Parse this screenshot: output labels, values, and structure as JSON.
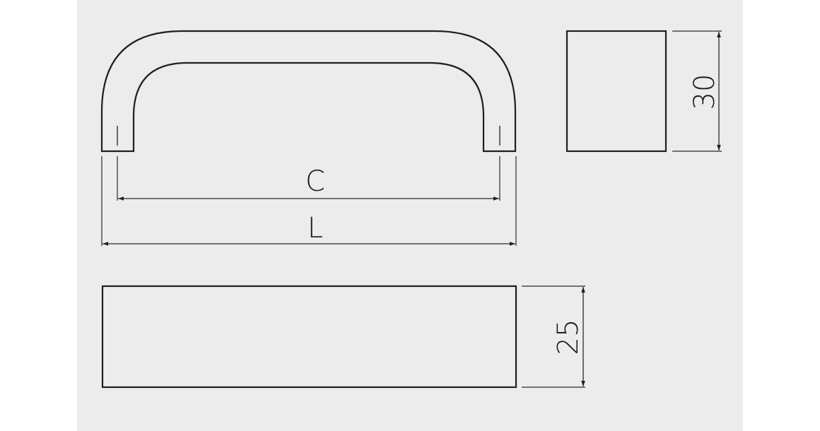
{
  "drawing": {
    "background_color": "#ececec",
    "line_color": "#1f1f1f",
    "views": {
      "front": {
        "name": "handle-front-view"
      },
      "side": {
        "name": "handle-side-view"
      },
      "top": {
        "name": "handle-top-view"
      }
    },
    "dimensions": {
      "C": "C",
      "L": "L",
      "height": "30",
      "depth": "25"
    }
  }
}
